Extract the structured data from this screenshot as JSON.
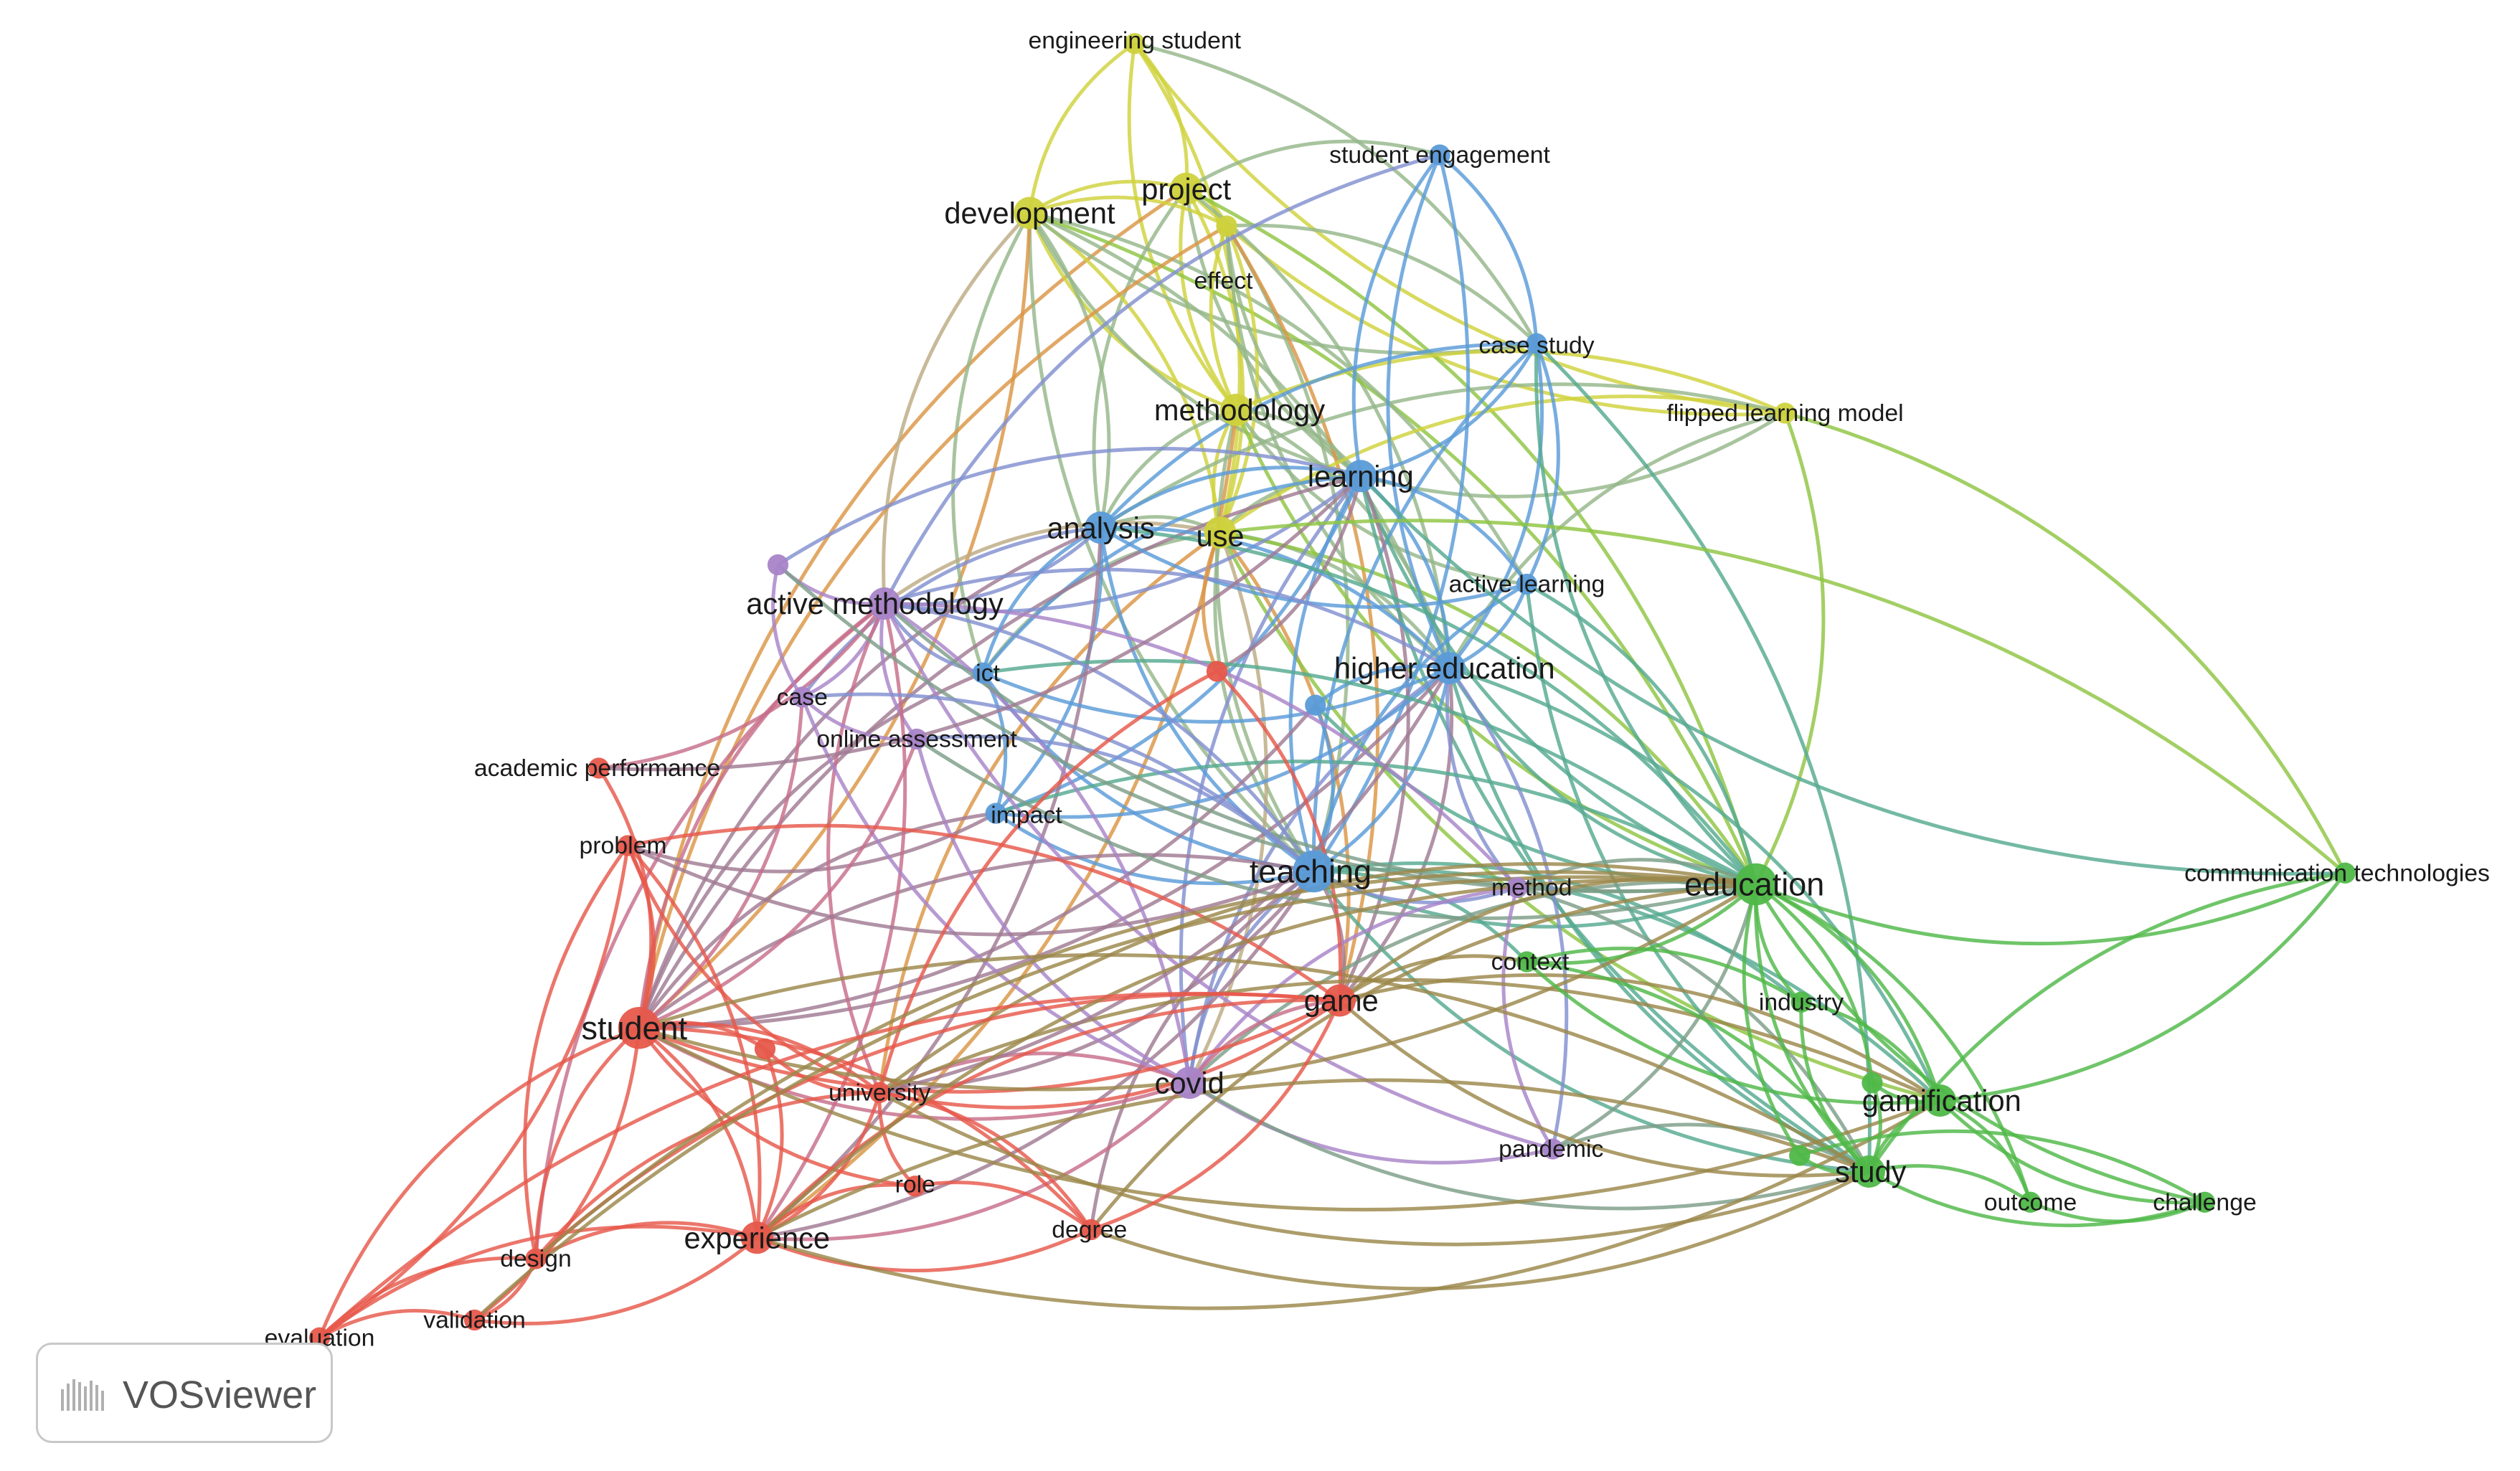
{
  "app": {
    "logo_text": "VOSviewer"
  },
  "clusters": {
    "red": {
      "color": "#e6584b"
    },
    "green": {
      "color": "#4fb848"
    },
    "blue": {
      "color": "#5a9bd8"
    },
    "yellow": {
      "color": "#cfd23c"
    },
    "purple": {
      "color": "#a884c8"
    }
  },
  "nodes": [
    {
      "id": "engineering-student",
      "label": "engineering student",
      "cluster": "yellow",
      "weight": 1
    },
    {
      "id": "project",
      "label": "project",
      "cluster": "yellow",
      "weight": 2
    },
    {
      "id": "development",
      "label": "development",
      "cluster": "yellow",
      "weight": 2
    },
    {
      "id": "effect",
      "label": "effect",
      "cluster": "yellow",
      "weight": 1
    },
    {
      "id": "methodology",
      "label": "methodology",
      "cluster": "yellow",
      "weight": 2
    },
    {
      "id": "use",
      "label": "use",
      "cluster": "yellow",
      "weight": 2
    },
    {
      "id": "flipped-learning-model",
      "label": "flipped learning model",
      "cluster": "yellow",
      "weight": 1
    },
    {
      "id": "student-engagement",
      "label": "student engagement",
      "cluster": "blue",
      "weight": 1
    },
    {
      "id": "case-study",
      "label": "case study",
      "cluster": "blue",
      "weight": 1
    },
    {
      "id": "learning",
      "label": "learning",
      "cluster": "blue",
      "weight": 2
    },
    {
      "id": "analysis",
      "label": "analysis",
      "cluster": "blue",
      "weight": 2
    },
    {
      "id": "active-learning",
      "label": "active learning",
      "cluster": "blue",
      "weight": 1
    },
    {
      "id": "higher-education",
      "label": "higher education",
      "cluster": "blue",
      "weight": 2
    },
    {
      "id": "ict",
      "label": "ict",
      "cluster": "blue",
      "weight": 1
    },
    {
      "id": "impact",
      "label": "impact",
      "cluster": "blue",
      "weight": 1
    },
    {
      "id": "teaching",
      "label": "teaching",
      "cluster": "blue",
      "weight": 3
    },
    {
      "id": "unlabeled-blue",
      "label": "",
      "cluster": "blue",
      "weight": 1
    },
    {
      "id": "active-methodology",
      "label": "active methodology",
      "cluster": "purple",
      "weight": 2
    },
    {
      "id": "unlabeled-purple",
      "label": "",
      "cluster": "purple",
      "weight": 1
    },
    {
      "id": "case",
      "label": "case",
      "cluster": "purple",
      "weight": 1
    },
    {
      "id": "online-assessment",
      "label": "online assessment",
      "cluster": "purple",
      "weight": 1
    },
    {
      "id": "method",
      "label": "method",
      "cluster": "purple",
      "weight": 1
    },
    {
      "id": "covid",
      "label": "covid",
      "cluster": "purple",
      "weight": 2
    },
    {
      "id": "pandemic",
      "label": "pandemic",
      "cluster": "purple",
      "weight": 1
    },
    {
      "id": "academic-performance",
      "label": "academic performance",
      "cluster": "red",
      "weight": 1
    },
    {
      "id": "problem",
      "label": "problem",
      "cluster": "red",
      "weight": 1
    },
    {
      "id": "student",
      "label": "student",
      "cluster": "red",
      "weight": 3
    },
    {
      "id": "unlabeled-red-a",
      "label": "",
      "cluster": "red",
      "weight": 1
    },
    {
      "id": "unlabeled-red-b",
      "label": "",
      "cluster": "red",
      "weight": 1
    },
    {
      "id": "university",
      "label": "university",
      "cluster": "red",
      "weight": 1
    },
    {
      "id": "game",
      "label": "game",
      "cluster": "red",
      "weight": 2
    },
    {
      "id": "role",
      "label": "role",
      "cluster": "red",
      "weight": 1
    },
    {
      "id": "experience",
      "label": "experience",
      "cluster": "red",
      "weight": 2
    },
    {
      "id": "degree",
      "label": "degree",
      "cluster": "red",
      "weight": 1
    },
    {
      "id": "design",
      "label": "design",
      "cluster": "red",
      "weight": 1
    },
    {
      "id": "validation",
      "label": "validation",
      "cluster": "red",
      "weight": 1
    },
    {
      "id": "evaluation",
      "label": "evaluation",
      "cluster": "red",
      "weight": 1
    },
    {
      "id": "education",
      "label": "education",
      "cluster": "green",
      "weight": 3
    },
    {
      "id": "communication-technologies",
      "label": "communication technologies",
      "cluster": "green",
      "weight": 1
    },
    {
      "id": "context",
      "label": "context",
      "cluster": "green",
      "weight": 1
    },
    {
      "id": "industry",
      "label": "industry",
      "cluster": "green",
      "weight": 1
    },
    {
      "id": "gamification",
      "label": "gamification",
      "cluster": "green",
      "weight": 2
    },
    {
      "id": "study",
      "label": "study",
      "cluster": "green",
      "weight": 2
    },
    {
      "id": "unlabeled-green-a",
      "label": "",
      "cluster": "green",
      "weight": 1
    },
    {
      "id": "unlabeled-green-b",
      "label": "",
      "cluster": "green",
      "weight": 1
    },
    {
      "id": "outcome",
      "label": "outcome",
      "cluster": "green",
      "weight": 1
    },
    {
      "id": "challenge",
      "label": "challenge",
      "cluster": "green",
      "weight": 1
    }
  ],
  "links": [
    [
      "engineering-student",
      "development"
    ],
    [
      "engineering-student",
      "project"
    ],
    [
      "engineering-student",
      "methodology"
    ],
    [
      "engineering-student",
      "use"
    ],
    [
      "engineering-student",
      "flipped-learning-model"
    ],
    [
      "engineering-student",
      "case-study"
    ],
    [
      "project",
      "development"
    ],
    [
      "project",
      "effect"
    ],
    [
      "project",
      "methodology"
    ],
    [
      "project",
      "use"
    ],
    [
      "project",
      "learning"
    ],
    [
      "project",
      "student-engagement"
    ],
    [
      "project",
      "flipped-learning-model"
    ],
    [
      "project",
      "higher-education"
    ],
    [
      "project",
      "student"
    ],
    [
      "project",
      "education"
    ],
    [
      "project",
      "analysis"
    ],
    [
      "development",
      "effect"
    ],
    [
      "development",
      "methodology"
    ],
    [
      "development",
      "use"
    ],
    [
      "development",
      "learning"
    ],
    [
      "development",
      "analysis"
    ],
    [
      "development",
      "case-study"
    ],
    [
      "development",
      "higher-education"
    ],
    [
      "development",
      "teaching"
    ],
    [
      "development",
      "student"
    ],
    [
      "development",
      "active-methodology"
    ],
    [
      "development",
      "education"
    ],
    [
      "development",
      "ict"
    ],
    [
      "development",
      "active-learning"
    ],
    [
      "effect",
      "methodology"
    ],
    [
      "effect",
      "use"
    ],
    [
      "effect",
      "learning"
    ],
    [
      "effect",
      "case-study"
    ],
    [
      "effect",
      "higher-education"
    ],
    [
      "effect",
      "teaching"
    ],
    [
      "effect",
      "student"
    ],
    [
      "effect",
      "game"
    ],
    [
      "methodology",
      "use"
    ],
    [
      "methodology",
      "learning"
    ],
    [
      "methodology",
      "analysis"
    ],
    [
      "methodology",
      "higher-education"
    ],
    [
      "methodology",
      "teaching"
    ],
    [
      "methodology",
      "flipped-learning-model"
    ],
    [
      "methodology",
      "active-learning"
    ],
    [
      "methodology",
      "experience"
    ],
    [
      "methodology",
      "education"
    ],
    [
      "use",
      "learning"
    ],
    [
      "use",
      "analysis"
    ],
    [
      "use",
      "higher-education"
    ],
    [
      "use",
      "teaching"
    ],
    [
      "use",
      "game"
    ],
    [
      "use",
      "active-methodology"
    ],
    [
      "use",
      "education"
    ],
    [
      "use",
      "ict"
    ],
    [
      "use",
      "flipped-learning-model"
    ],
    [
      "use",
      "gamification"
    ],
    [
      "use",
      "covid"
    ],
    [
      "use",
      "university"
    ],
    [
      "flipped-learning-model",
      "learning"
    ],
    [
      "flipped-learning-model",
      "higher-education"
    ],
    [
      "flipped-learning-model",
      "communication-technologies"
    ],
    [
      "flipped-learning-model",
      "analysis"
    ],
    [
      "flipped-learning-model",
      "education"
    ],
    [
      "student-engagement",
      "learning"
    ],
    [
      "student-engagement",
      "case-study"
    ],
    [
      "student-engagement",
      "higher-education"
    ],
    [
      "student-engagement",
      "teaching"
    ],
    [
      "student-engagement",
      "active-methodology"
    ],
    [
      "case-study",
      "learning"
    ],
    [
      "case-study",
      "analysis"
    ],
    [
      "case-study",
      "higher-education"
    ],
    [
      "case-study",
      "teaching"
    ],
    [
      "case-study",
      "active-learning"
    ],
    [
      "case-study",
      "education"
    ],
    [
      "case-study",
      "study"
    ],
    [
      "learning",
      "analysis"
    ],
    [
      "learning",
      "higher-education"
    ],
    [
      "learning",
      "teaching"
    ],
    [
      "learning",
      "active-learning"
    ],
    [
      "learning",
      "ict"
    ],
    [
      "learning",
      "impact"
    ],
    [
      "learning",
      "education"
    ],
    [
      "learning",
      "game"
    ],
    [
      "learning",
      "student"
    ],
    [
      "learning",
      "active-methodology"
    ],
    [
      "learning",
      "covid"
    ],
    [
      "learning",
      "unlabeled-red-a"
    ],
    [
      "learning",
      "study"
    ],
    [
      "analysis",
      "higher-education"
    ],
    [
      "analysis",
      "teaching"
    ],
    [
      "analysis",
      "active-methodology"
    ],
    [
      "analysis",
      "ict"
    ],
    [
      "analysis",
      "impact"
    ],
    [
      "analysis",
      "active-learning"
    ],
    [
      "analysis",
      "education"
    ],
    [
      "analysis",
      "student"
    ],
    [
      "analysis",
      "experience"
    ],
    [
      "analysis",
      "case"
    ],
    [
      "active-learning",
      "higher-education"
    ],
    [
      "active-learning",
      "teaching"
    ],
    [
      "active-learning",
      "education"
    ],
    [
      "active-learning",
      "study"
    ],
    [
      "higher-education",
      "teaching"
    ],
    [
      "higher-education",
      "education"
    ],
    [
      "higher-education",
      "ict"
    ],
    [
      "higher-education",
      "active-methodology"
    ],
    [
      "higher-education",
      "game"
    ],
    [
      "higher-education",
      "covid"
    ],
    [
      "higher-education",
      "gamification"
    ],
    [
      "higher-education",
      "study"
    ],
    [
      "higher-education",
      "impact"
    ],
    [
      "higher-education",
      "unlabeled-blue"
    ],
    [
      "higher-education",
      "student"
    ],
    [
      "higher-education",
      "method"
    ],
    [
      "ict",
      "impact"
    ],
    [
      "ict",
      "teaching"
    ],
    [
      "ict",
      "education"
    ],
    [
      "ict",
      "student"
    ],
    [
      "ict",
      "active-methodology"
    ],
    [
      "impact",
      "teaching"
    ],
    [
      "impact",
      "education"
    ],
    [
      "impact",
      "student"
    ],
    [
      "impact",
      "problem"
    ],
    [
      "teaching",
      "education"
    ],
    [
      "teaching",
      "game"
    ],
    [
      "teaching",
      "covid"
    ],
    [
      "teaching",
      "gamification"
    ],
    [
      "teaching",
      "study"
    ],
    [
      "teaching",
      "experience"
    ],
    [
      "teaching",
      "student"
    ],
    [
      "teaching",
      "university"
    ],
    [
      "teaching",
      "active-methodology"
    ],
    [
      "teaching",
      "context"
    ],
    [
      "teaching",
      "method"
    ],
    [
      "teaching",
      "industry"
    ],
    [
      "teaching",
      "degree"
    ],
    [
      "unlabeled-blue",
      "teaching"
    ],
    [
      "unlabeled-blue",
      "education"
    ],
    [
      "unlabeled-blue",
      "student"
    ],
    [
      "active-methodology",
      "student"
    ],
    [
      "active-methodology",
      "case"
    ],
    [
      "active-methodology",
      "online-assessment"
    ],
    [
      "active-methodology",
      "covid"
    ],
    [
      "active-methodology",
      "education"
    ],
    [
      "active-methodology",
      "experience"
    ],
    [
      "active-methodology",
      "university"
    ],
    [
      "active-methodology",
      "method"
    ],
    [
      "active-methodology",
      "pandemic"
    ],
    [
      "active-methodology",
      "unlabeled-purple"
    ],
    [
      "active-methodology",
      "design"
    ],
    [
      "active-methodology",
      "academic-performance"
    ],
    [
      "unlabeled-purple",
      "case"
    ],
    [
      "unlabeled-purple",
      "learning"
    ],
    [
      "unlabeled-purple",
      "education"
    ],
    [
      "case",
      "student"
    ],
    [
      "case",
      "online-assessment"
    ],
    [
      "case",
      "teaching"
    ],
    [
      "case",
      "covid"
    ],
    [
      "online-assessment",
      "teaching"
    ],
    [
      "online-assessment",
      "covid"
    ],
    [
      "online-assessment",
      "student"
    ],
    [
      "online-assessment",
      "education"
    ],
    [
      "method",
      "education"
    ],
    [
      "method",
      "covid"
    ],
    [
      "method",
      "study"
    ],
    [
      "method",
      "pandemic"
    ],
    [
      "covid",
      "education"
    ],
    [
      "covid",
      "pandemic"
    ],
    [
      "covid",
      "student"
    ],
    [
      "covid",
      "study"
    ],
    [
      "covid",
      "game"
    ],
    [
      "covid",
      "university"
    ],
    [
      "covid",
      "experience"
    ],
    [
      "pandemic",
      "education"
    ],
    [
      "pandemic",
      "study"
    ],
    [
      "pandemic",
      "higher-education"
    ],
    [
      "academic-performance",
      "student"
    ],
    [
      "academic-performance",
      "learning"
    ],
    [
      "problem",
      "student"
    ],
    [
      "problem",
      "university"
    ],
    [
      "problem",
      "experience"
    ],
    [
      "problem",
      "design"
    ],
    [
      "problem",
      "game"
    ],
    [
      "problem",
      "teaching"
    ],
    [
      "student",
      "university"
    ],
    [
      "student",
      "game"
    ],
    [
      "student",
      "experience"
    ],
    [
      "student",
      "design"
    ],
    [
      "student",
      "validation"
    ],
    [
      "student",
      "evaluation"
    ],
    [
      "student",
      "unlabeled-red-b"
    ],
    [
      "student",
      "role"
    ],
    [
      "student",
      "degree"
    ],
    [
      "student",
      "education"
    ],
    [
      "student",
      "study"
    ],
    [
      "student",
      "gamification"
    ],
    [
      "unlabeled-red-a",
      "game"
    ],
    [
      "unlabeled-red-a",
      "university"
    ],
    [
      "unlabeled-red-a",
      "use"
    ],
    [
      "unlabeled-red-b",
      "university"
    ],
    [
      "unlabeled-red-b",
      "experience"
    ],
    [
      "university",
      "game"
    ],
    [
      "university",
      "experience"
    ],
    [
      "university",
      "role"
    ],
    [
      "university",
      "degree"
    ],
    [
      "university",
      "design"
    ],
    [
      "university",
      "education"
    ],
    [
      "university",
      "study"
    ],
    [
      "university",
      "gamification"
    ],
    [
      "university",
      "higher-education"
    ],
    [
      "game",
      "education"
    ],
    [
      "game",
      "experience"
    ],
    [
      "game",
      "gamification"
    ],
    [
      "game",
      "study"
    ],
    [
      "game",
      "degree"
    ],
    [
      "game",
      "design"
    ],
    [
      "game",
      "context"
    ],
    [
      "role",
      "experience"
    ],
    [
      "role",
      "degree"
    ],
    [
      "experience",
      "design"
    ],
    [
      "experience",
      "validation"
    ],
    [
      "experience",
      "evaluation"
    ],
    [
      "experience",
      "education"
    ],
    [
      "experience",
      "degree"
    ],
    [
      "experience",
      "study"
    ],
    [
      "experience",
      "gamification"
    ],
    [
      "degree",
      "education"
    ],
    [
      "degree",
      "study"
    ],
    [
      "design",
      "validation"
    ],
    [
      "design",
      "evaluation"
    ],
    [
      "design",
      "education"
    ],
    [
      "validation",
      "evaluation"
    ],
    [
      "validation",
      "education"
    ],
    [
      "evaluation",
      "problem"
    ],
    [
      "evaluation",
      "game"
    ],
    [
      "education",
      "communication-technologies"
    ],
    [
      "education",
      "context"
    ],
    [
      "education",
      "industry"
    ],
    [
      "education",
      "gamification"
    ],
    [
      "education",
      "study"
    ],
    [
      "education",
      "unlabeled-green-a"
    ],
    [
      "education",
      "unlabeled-green-b"
    ],
    [
      "education",
      "outcome"
    ],
    [
      "education",
      "challenge"
    ],
    [
      "communication-technologies",
      "gamification"
    ],
    [
      "communication-technologies",
      "study"
    ],
    [
      "communication-technologies",
      "learning"
    ],
    [
      "communication-technologies",
      "use"
    ],
    [
      "context",
      "study"
    ],
    [
      "context",
      "gamification"
    ],
    [
      "context",
      "industry"
    ],
    [
      "industry",
      "study"
    ],
    [
      "industry",
      "gamification"
    ],
    [
      "gamification",
      "study"
    ],
    [
      "gamification",
      "outcome"
    ],
    [
      "gamification",
      "challenge"
    ],
    [
      "gamification",
      "unlabeled-green-a"
    ],
    [
      "study",
      "unlabeled-green-a"
    ],
    [
      "study",
      "unlabeled-green-b"
    ],
    [
      "study",
      "challenge"
    ],
    [
      "study",
      "outcome"
    ],
    [
      "outcome",
      "challenge"
    ],
    [
      "unlabeled-green-b",
      "challenge"
    ]
  ]
}
